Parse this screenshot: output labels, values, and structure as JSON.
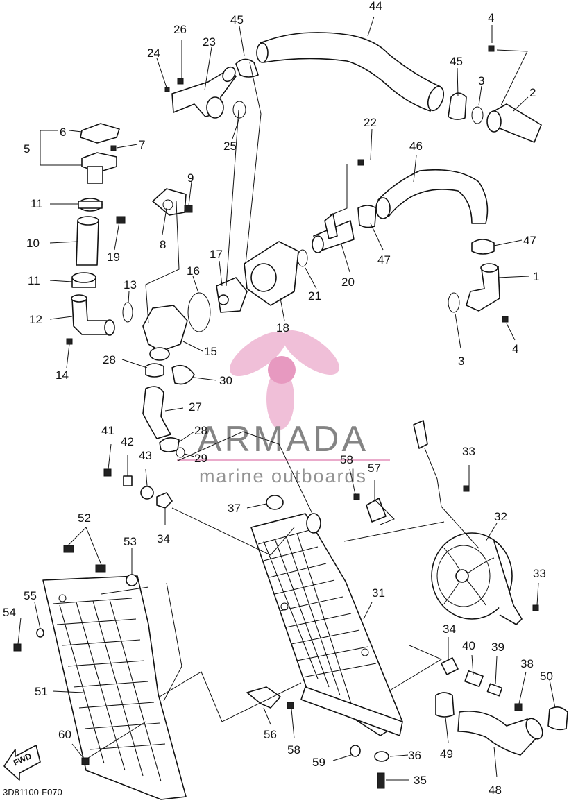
{
  "watermark": {
    "brand": "ARMADA",
    "tagline": "marine outboards",
    "logo_color": "#e8a3c6"
  },
  "reference_code": "3D81100-F070",
  "direction_badge": "FWD",
  "part_numbers": [
    "1",
    "2",
    "3",
    "3",
    "4",
    "4",
    "5",
    "6",
    "7",
    "8",
    "9",
    "10",
    "11",
    "11",
    "12",
    "13",
    "14",
    "15",
    "16",
    "17",
    "18",
    "19",
    "20",
    "21",
    "22",
    "23",
    "24",
    "25",
    "26",
    "27",
    "28",
    "28",
    "29",
    "30",
    "31",
    "32",
    "33",
    "33",
    "34",
    "34",
    "35",
    "36",
    "37",
    "38",
    "39",
    "40",
    "41",
    "42",
    "43",
    "44",
    "45",
    "45",
    "46",
    "47",
    "47",
    "48",
    "49",
    "50",
    "51",
    "52",
    "53",
    "54",
    "55",
    "56",
    "57",
    "58",
    "58",
    "59",
    "60"
  ]
}
